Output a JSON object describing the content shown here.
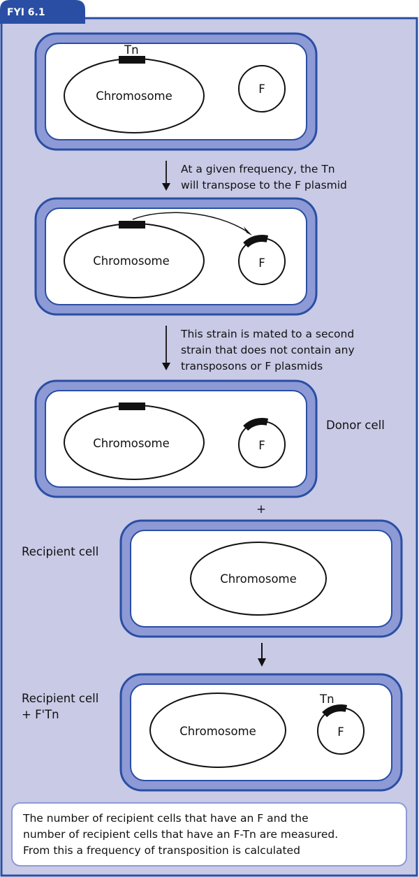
{
  "header": {
    "tab_label": "FYI 6.1"
  },
  "labels": {
    "tn": "Tn",
    "chromosome": "Chromosome",
    "f": "F",
    "plus": "+",
    "donor_cell": "Donor cell",
    "recipient_cell": "Recipient cell",
    "recipient_cell_ftn_line1": "Recipient cell",
    "recipient_cell_ftn_line2": "+ F'Tn"
  },
  "captions": {
    "step1": [
      "At a given frequency, the Tn",
      "will transpose to the F plasmid"
    ],
    "step2": [
      "This strain is mated to a second",
      "strain that does not contain any",
      "transposons or F plasmids"
    ]
  },
  "summary_box": [
    "The number of recipient cells that have an F and the",
    "number of recipient cells that have an F-Tn are measured.",
    "From this a frequency of transposition is calculated"
  ],
  "colors": {
    "panel_bg": "#c8cae6",
    "frame_blue": "#2a4ea3",
    "wall_blue": "#8d9ad6",
    "tab_blue": "#2a4ea3",
    "cell_interior": "#ffffff",
    "tn_segment": "#111111"
  }
}
